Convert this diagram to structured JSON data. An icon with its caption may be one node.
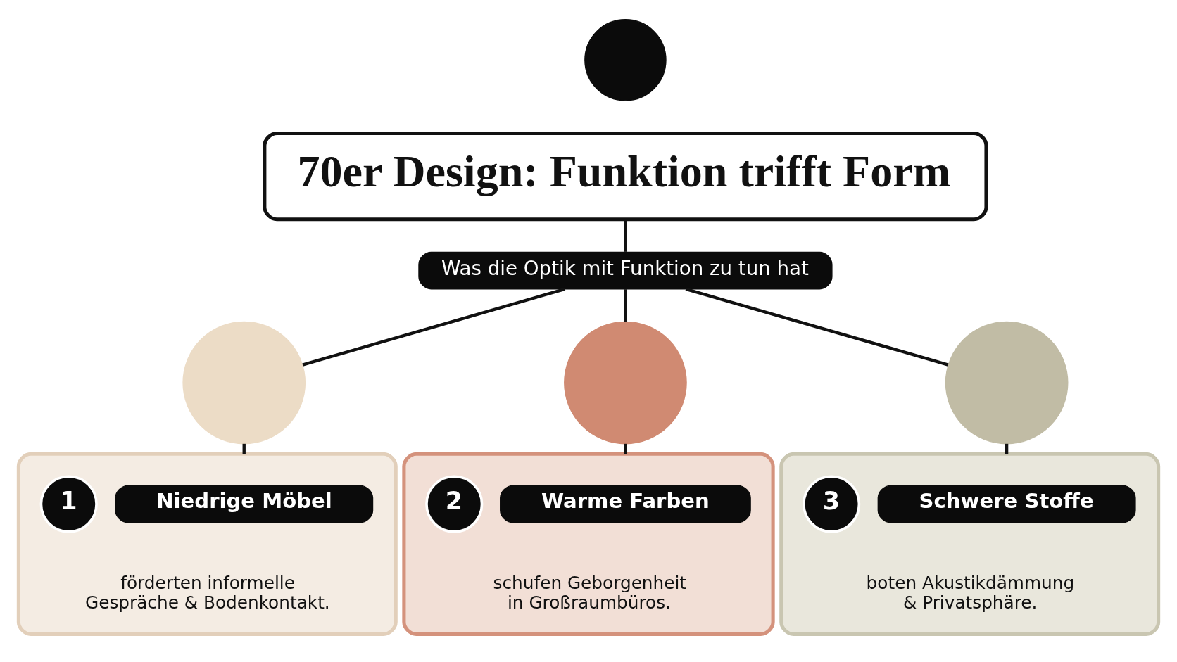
{
  "diagram": {
    "nodes": [
      {
        "text": [
          "70er Design: Funktion trifft Form"
        ]
      },
      {
        "text": [],
        "shape": "circle"
      },
      {
        "text": [
          "Was die Optik mit Funktion zu tun hat"
        ]
      },
      {
        "text": [],
        "shape": "circle"
      },
      {
        "text": [],
        "shape": "circle"
      },
      {
        "text": [],
        "shape": "circle"
      },
      {
        "text": [
          "förderten informelle Gespräche & Bodenkontakt."
        ]
      },
      {
        "text": [
          "1"
        ],
        "in": 6
      },
      {
        "text": [
          "Niedrige Möbel"
        ],
        "in": 6
      },
      {
        "text": [
          "schufen Geborgenheit in Großraumbüros."
        ]
      },
      {
        "text": [
          "2"
        ],
        "in": 9
      },
      {
        "text": [
          "Warme Farben"
        ],
        "in": 9
      },
      {
        "text": [
          "boten Akustikdämmung & Privatsphäre."
        ]
      },
      {
        "text": [
          "3"
        ],
        "in": 12
      },
      {
        "text": [
          "Schwere Stoffe"
        ],
        "in": 12
      }
    ],
    "edges": [
      {
        "from": 0,
        "to": 2,
        "arrow": "none"
      },
      {
        "from": 2,
        "to": 3,
        "arrow": "none"
      },
      {
        "from": 2,
        "to": 4,
        "arrow": "none"
      },
      {
        "from": 2,
        "to": 5,
        "arrow": "none"
      },
      {
        "from": 3,
        "to": 6,
        "arrow": "none"
      },
      {
        "from": 4,
        "to": 9,
        "arrow": "none"
      },
      {
        "from": 5,
        "to": 12,
        "arrow": "none"
      }
    ]
  }
}
